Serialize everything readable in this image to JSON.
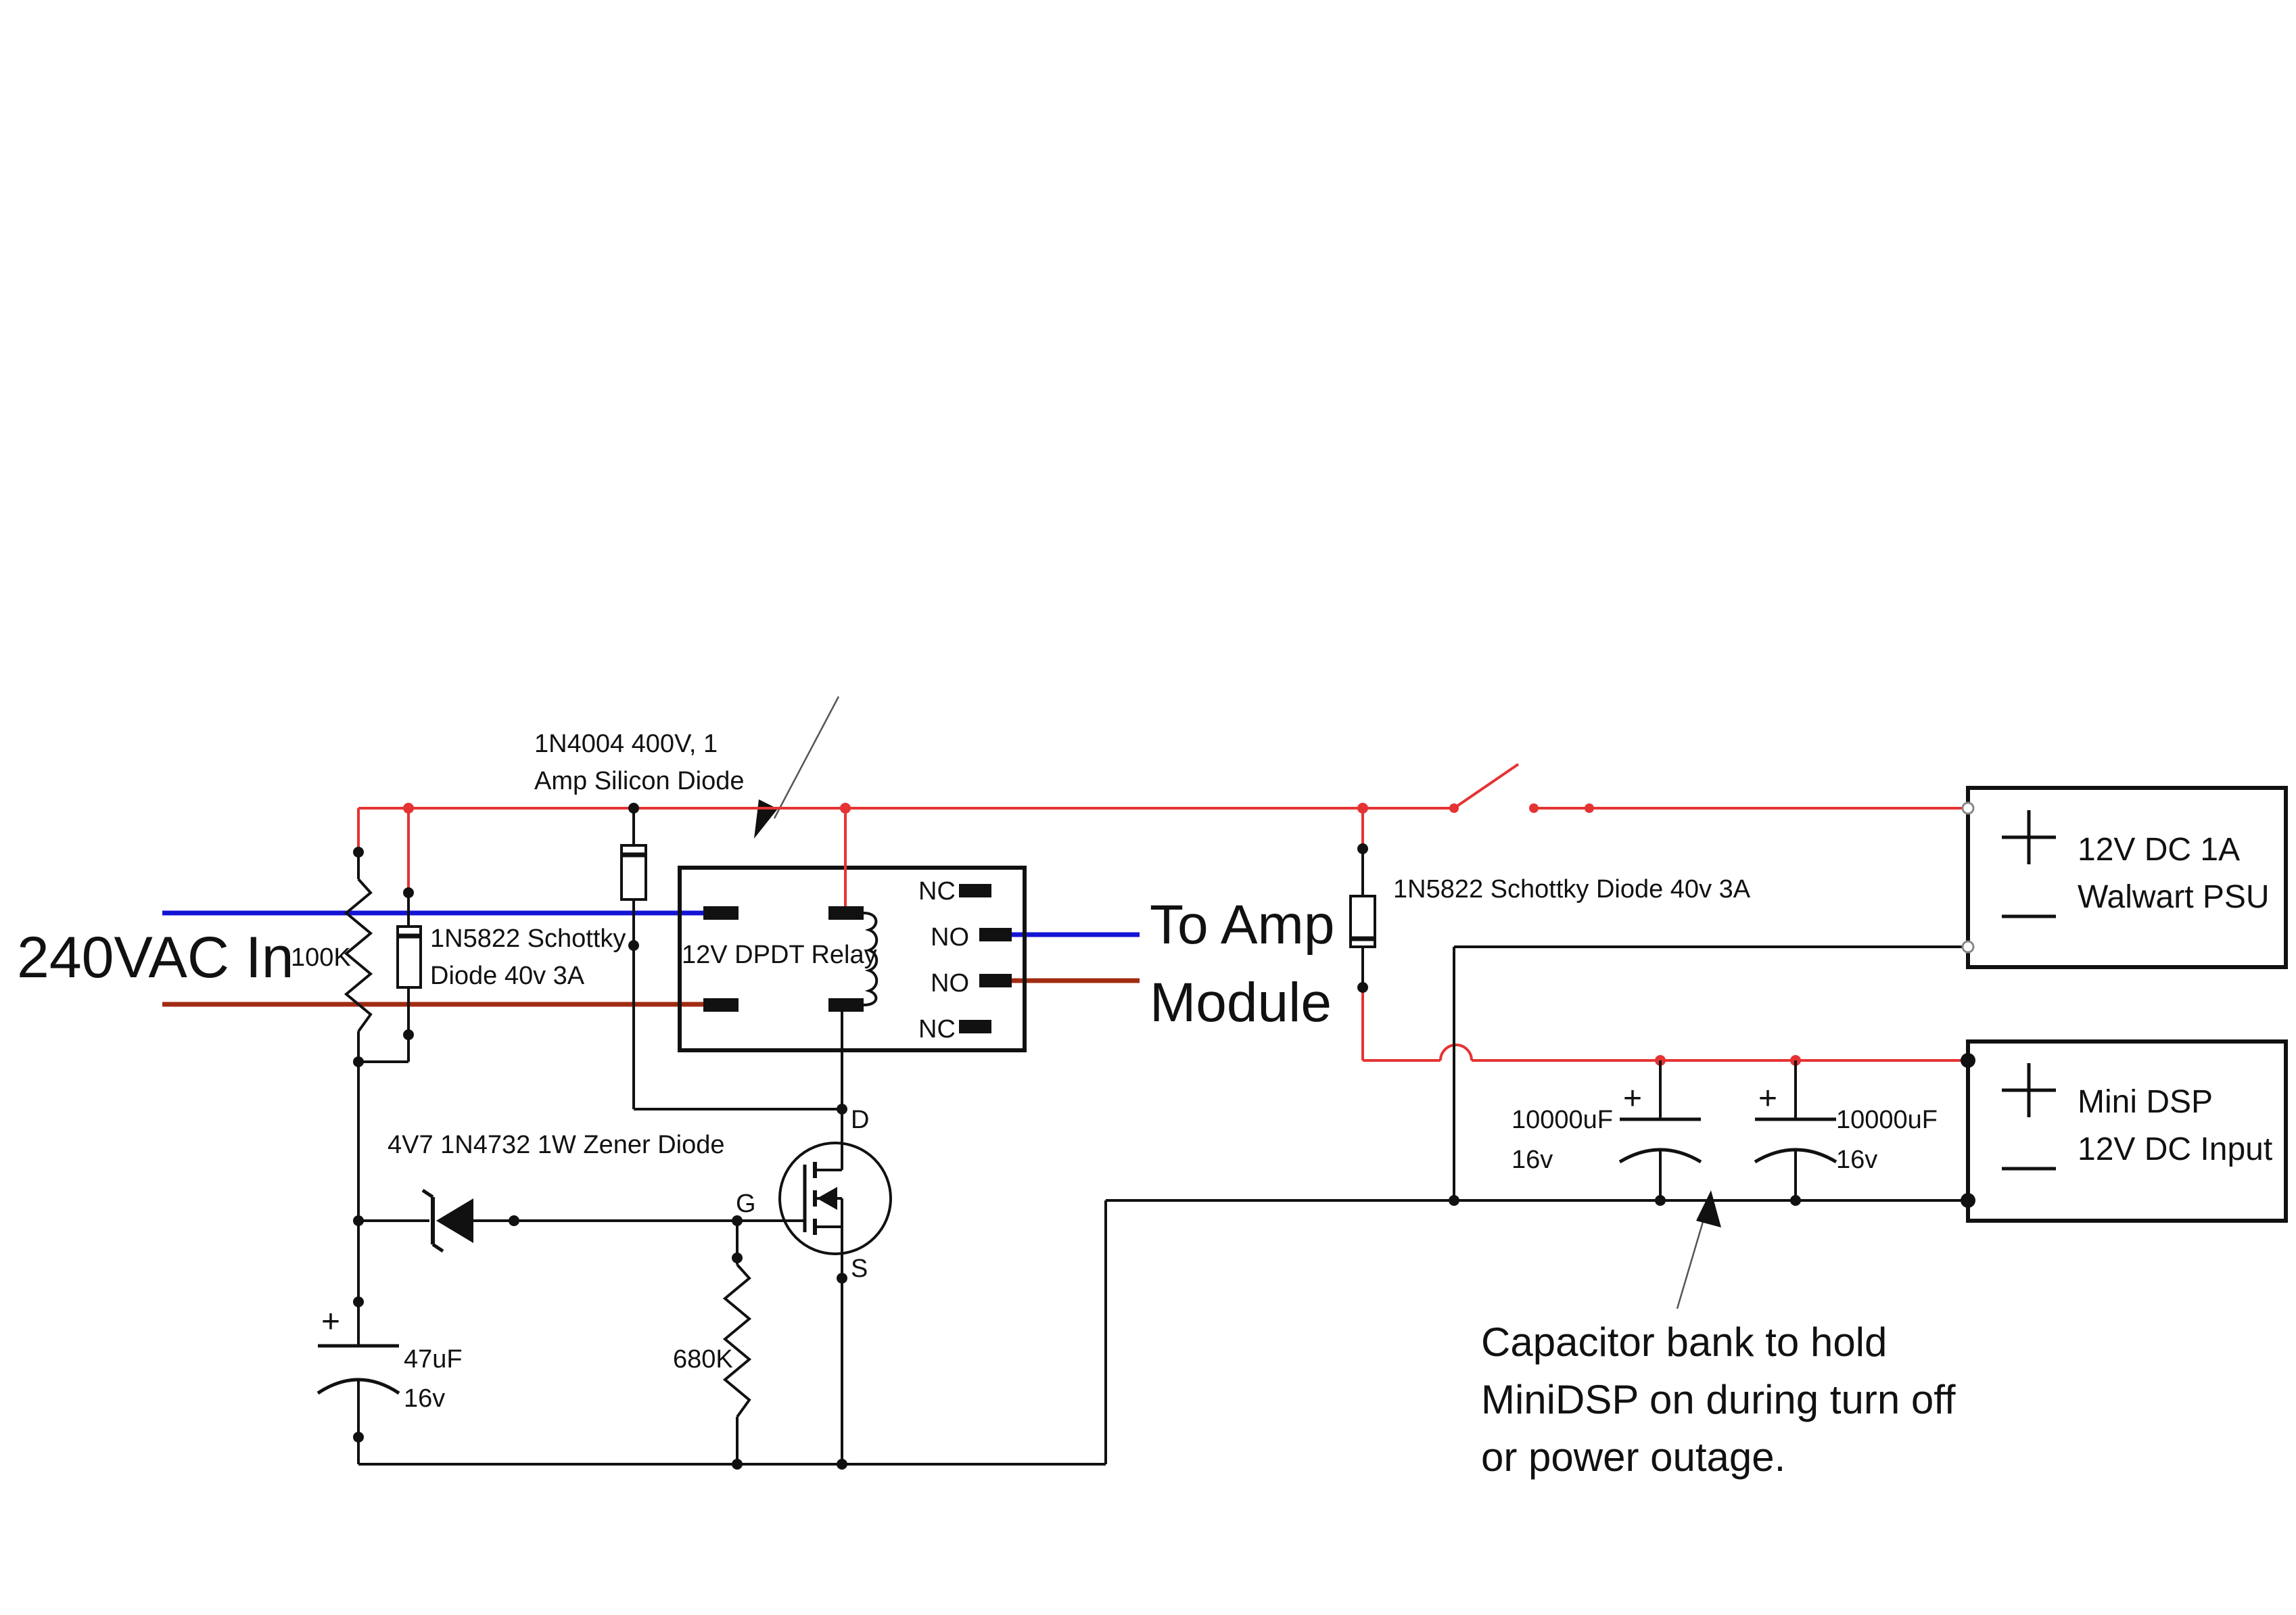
{
  "diagram": {
    "title": "Delay On for Amp Module",
    "colors": {
      "positive_wire": "#e53333",
      "ground_wire": "#111111",
      "mains_live": "#1414d6",
      "mains_neutral": "#a12b12"
    },
    "labels": {
      "mains_in": "240VAC In",
      "to_amp_line1": "To Amp",
      "to_amp_line2": "Module",
      "r_100k": "100K",
      "d1_line1": "1N5822 Schottky",
      "d1_line2": "Diode 40v 3A",
      "d2_line1": "1N4004 400V, 1",
      "d2_line2": "Amp Silicon Diode",
      "d3": "1N5822 Schottky Diode 40v 3A",
      "relay": "12V DPDT Relay",
      "nc_top": "NC",
      "no_top": "NO",
      "no_bottom": "NO",
      "nc_bottom": "NC",
      "zener": "4V7 1N4732 1W Zener Diode",
      "gate": "G",
      "drain": "D",
      "source": "S",
      "c_small_value": "47uF",
      "c_small_voltage": "16v",
      "r_680k": "680K",
      "c_bank_left_value": "10000uF",
      "c_bank_left_voltage": "16v",
      "c_bank_right_value": "10000uF",
      "c_bank_right_voltage": "16v",
      "note_line1": "Capacitor bank to hold",
      "note_line2": "MiniDSP on during turn off",
      "note_line3": "or power outage.",
      "psu_line1": "12V DC 1A",
      "psu_line2": "Walwart PSU",
      "dsp_line1": "Mini DSP",
      "dsp_line2": "12V DC Input",
      "plus": "+"
    }
  }
}
